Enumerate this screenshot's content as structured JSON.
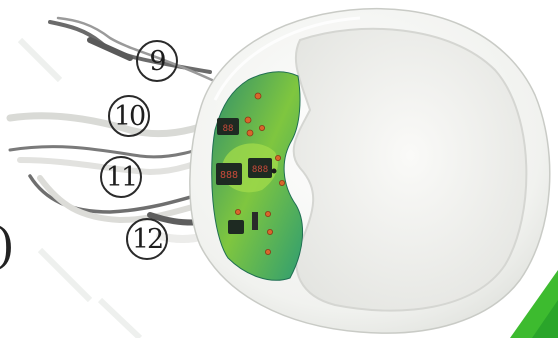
{
  "callouts": {
    "c9": "9",
    "c10": "10",
    "c11": "11",
    "c12": "12"
  },
  "left_edge_glyph": ")",
  "colors": {
    "basin": "#f4f5f2",
    "panel_green": "#8ccf3c",
    "panel_teal": "#2f9c72",
    "display": "#1e2a22",
    "corner_accent": "#3dbb2f"
  }
}
